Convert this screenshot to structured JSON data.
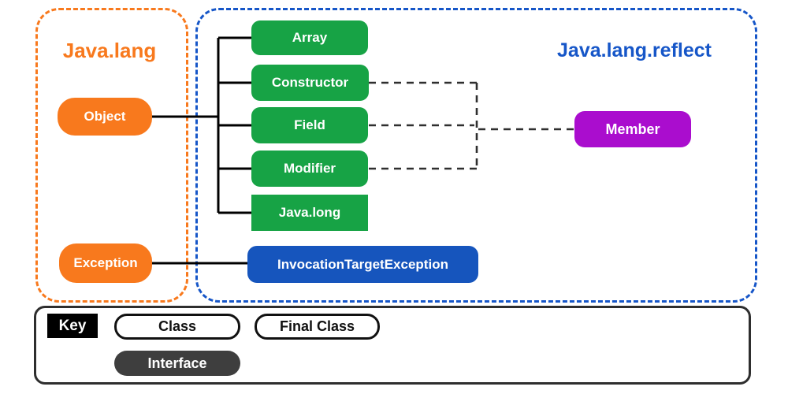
{
  "packages": {
    "java_lang": {
      "title": "Java.lang",
      "accent_color": "#F8791D"
    },
    "java_lang_reflect": {
      "title": "Java.lang.reflect",
      "accent_color": "#1656C8"
    }
  },
  "nodes": {
    "object": {
      "label": "Object",
      "color": "#F8791D"
    },
    "exception": {
      "label": "Exception",
      "color": "#F8791D"
    },
    "array": {
      "label": "Array",
      "color": "#17A345"
    },
    "constructor": {
      "label": "Constructor",
      "color": "#17A345"
    },
    "field": {
      "label": "Field",
      "color": "#17A345"
    },
    "modifier": {
      "label": "Modifier",
      "color": "#17A345"
    },
    "java_long": {
      "label": "Java.long",
      "color": "#17A345"
    },
    "member": {
      "label": "Member",
      "color": "#AA0DCE"
    },
    "invocation_target_exception": {
      "label": "InvocationTargetException",
      "color": "#1655BD"
    }
  },
  "key": {
    "title": "Key",
    "items": [
      {
        "label": "Class",
        "style": "outlined"
      },
      {
        "label": "Final Class",
        "style": "outlined"
      },
      {
        "label": "Interface",
        "style": "filled-dark"
      }
    ]
  },
  "colors": {
    "orange": "#F8791D",
    "green": "#17A345",
    "blue": "#1655BD",
    "blue_accent": "#1656C8",
    "purple": "#AA0DCE",
    "interface_gray": "#3E3E3E",
    "solid_line": "#000000",
    "dashed_line": "#2F2F2F"
  }
}
